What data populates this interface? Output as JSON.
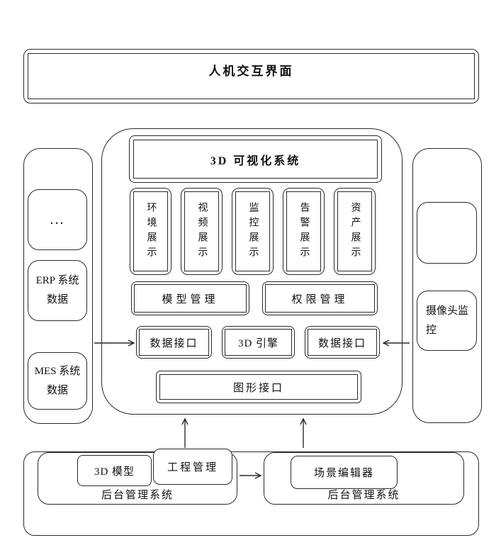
{
  "colors": {
    "stroke": "#2a2a2a",
    "background": "#ffffff"
  },
  "top_box": {
    "label": "人机交互界面"
  },
  "external_data": {
    "more_label": "...",
    "erp_label": "ERP 系统数据",
    "mes_label": "MES 系统数据"
  },
  "camera_panel": {
    "camera_label": "摄像头监控"
  },
  "visualization": {
    "title": "3D 可视化系统",
    "display_modules": [
      "环境展示",
      "视频展示",
      "监控展示",
      "告警展示",
      "资产展示"
    ],
    "model_mgmt": "模型管理",
    "permission_mgmt": "权限管理",
    "data_interface_left": "数据接口",
    "engine": "3D 引擎",
    "data_interface_right": "数据接口",
    "graphics_interface": "图形接口"
  },
  "backend": {
    "left_system_label": "后台管理系统",
    "right_system_label": "后台管理系统",
    "model_3d": "3D 模型",
    "project_mgmt": "工程管理",
    "scene_editor": "场景编辑器"
  }
}
